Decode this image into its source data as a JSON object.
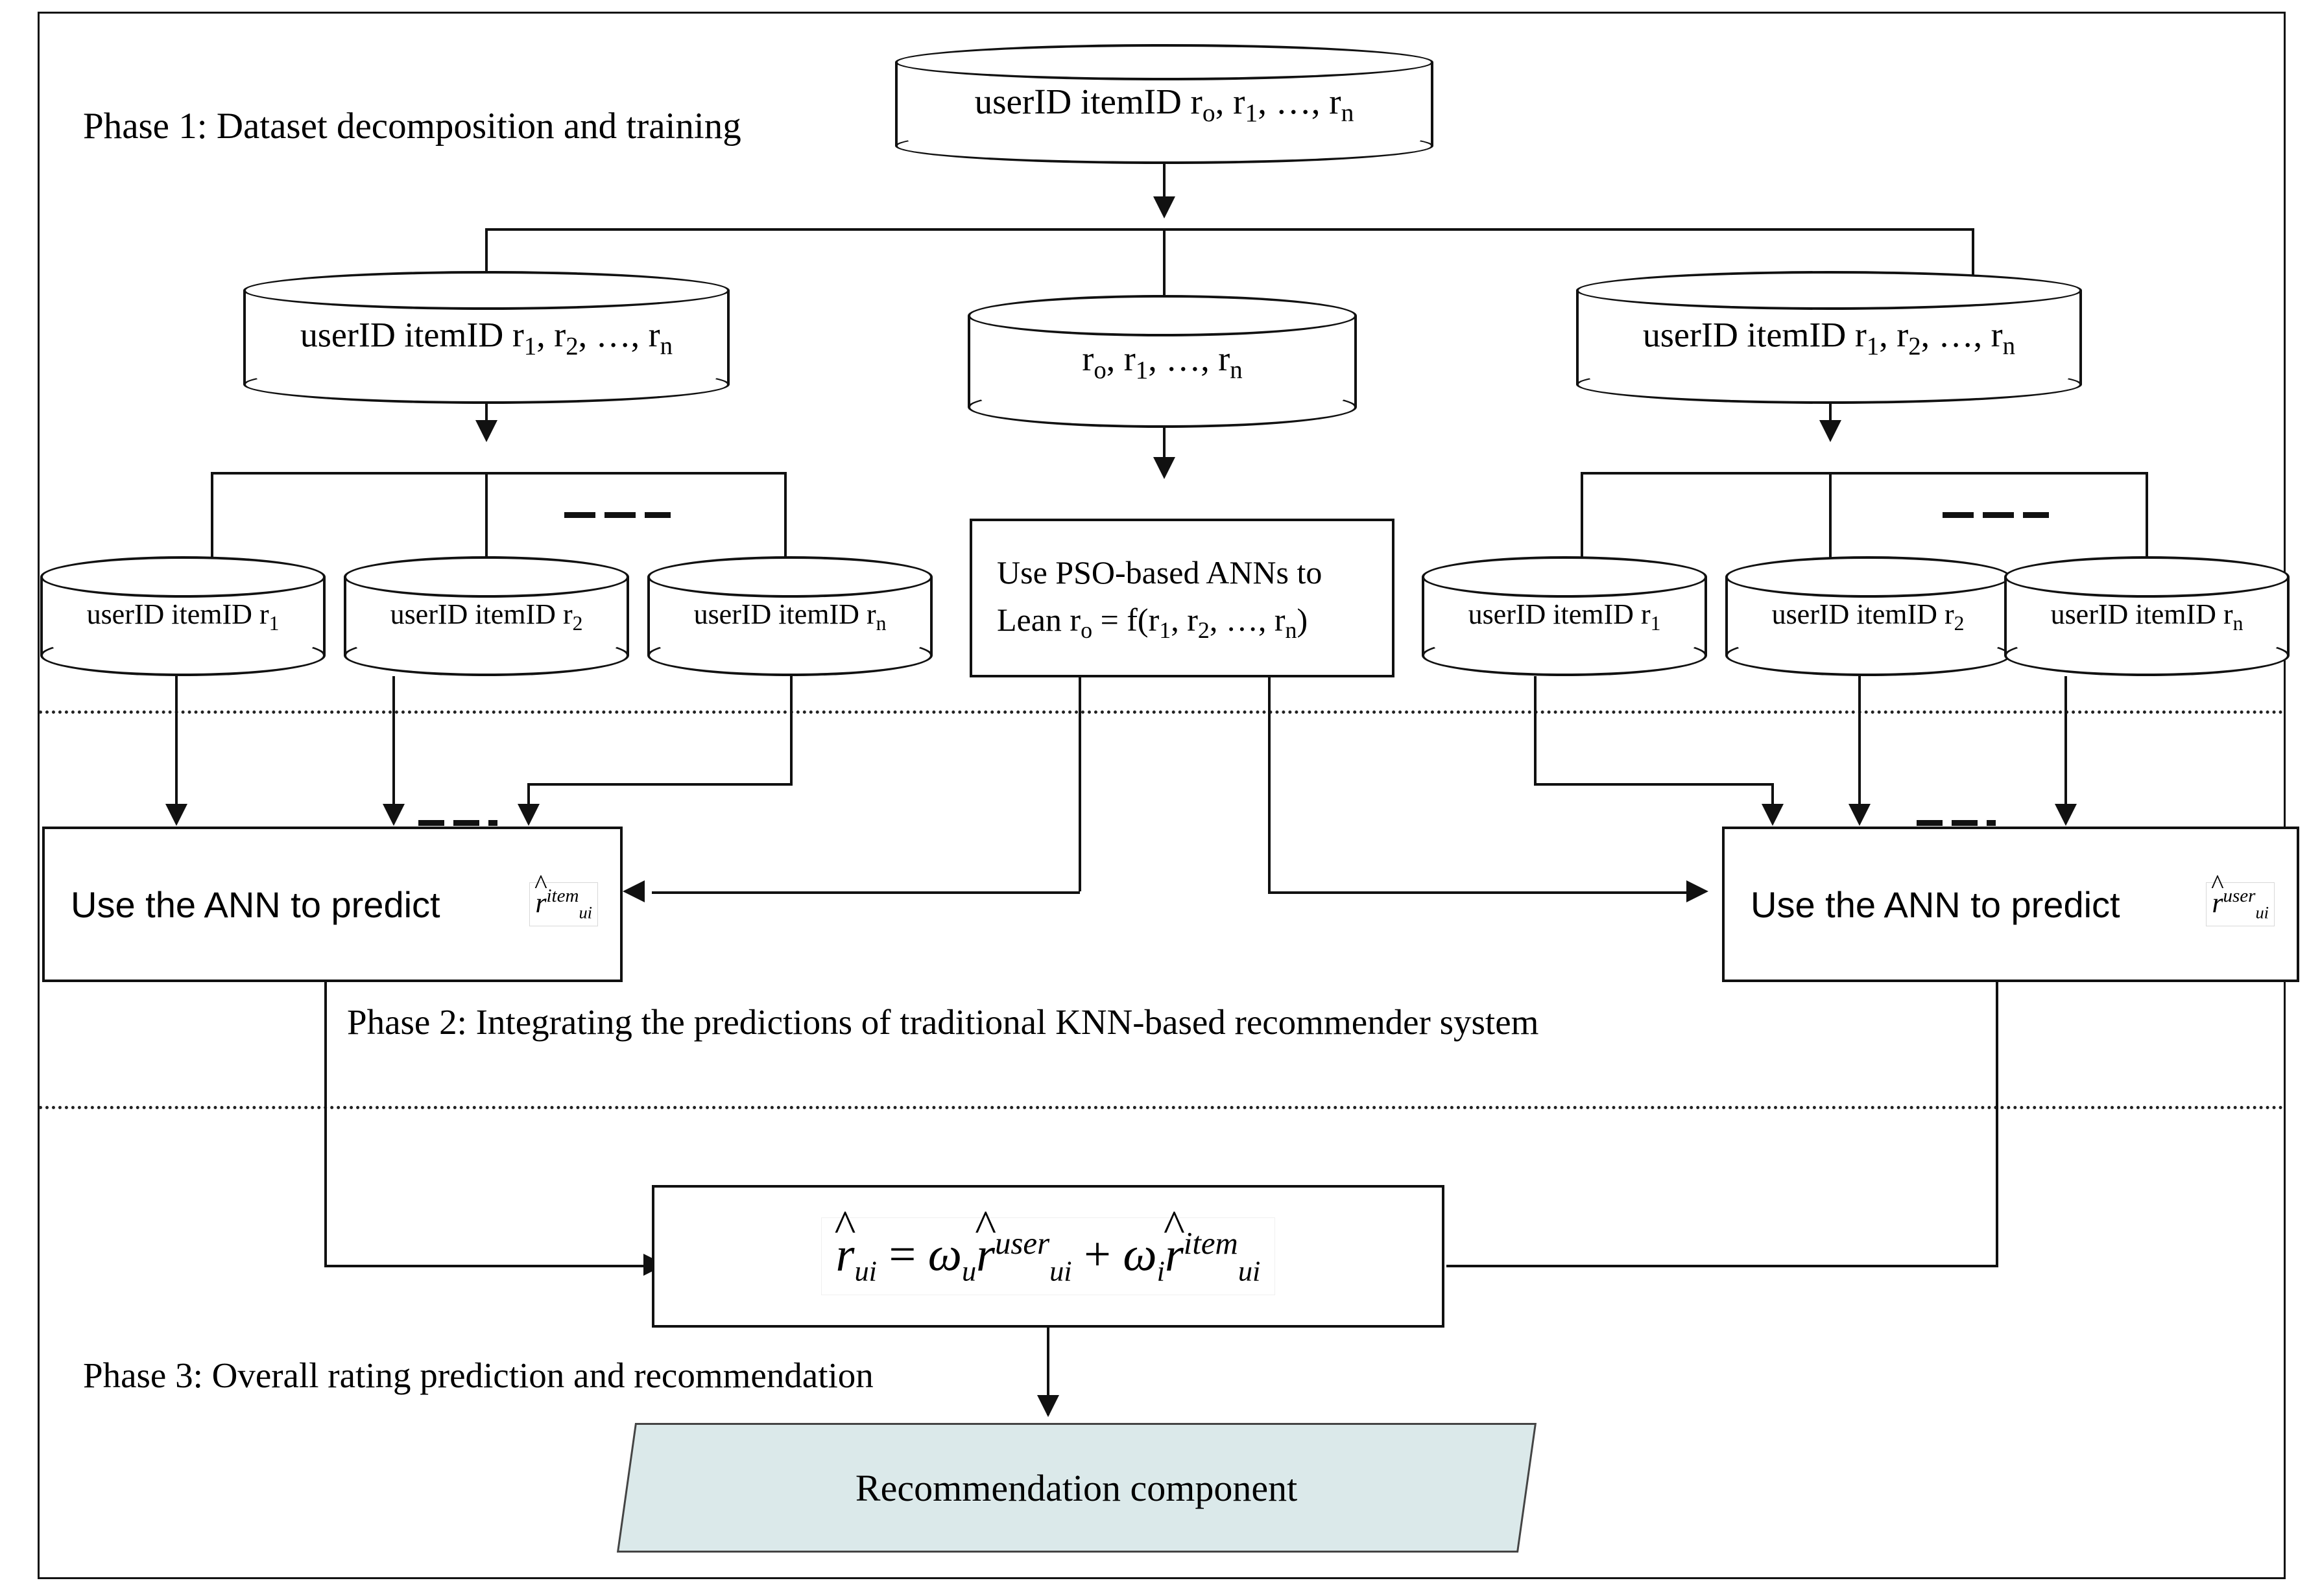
{
  "diagram": {
    "title": "Three-phase PSO-based ANN recommender system architecture",
    "phases": [
      {
        "id": "phase1",
        "label": "Phase 1: Dataset decomposition and training"
      },
      {
        "id": "phase2",
        "label": "Phase 2: Integrating the predictions of traditional KNN-based recommender system"
      },
      {
        "id": "phase3",
        "label": "Phase 3: Overall rating prediction and recommendation"
      }
    ],
    "nodes": {
      "root_dataset": {
        "type": "cylinder",
        "prefix": "userID itemID ",
        "terms": "r",
        "label": "userID itemID r o, r 1, …, r n"
      },
      "left_dataset": {
        "type": "cylinder",
        "label": "userID itemID r 1, r 2, …, r n"
      },
      "middle_dataset": {
        "type": "cylinder",
        "label": "r o, r 1, …, r n"
      },
      "right_dataset": {
        "type": "cylinder",
        "label": "userID itemID r 1, r 2, …, r n"
      },
      "left_shard_1": {
        "type": "cylinder",
        "label": "userID itemID r 1"
      },
      "left_shard_2": {
        "type": "cylinder",
        "label": "userID itemID r 2"
      },
      "left_shard_n": {
        "type": "cylinder",
        "label": "userID itemID r n"
      },
      "right_shard_1": {
        "type": "cylinder",
        "label": "userID itemID r 1"
      },
      "right_shard_2": {
        "type": "cylinder",
        "label": "userID itemID r 2"
      },
      "right_shard_n": {
        "type": "cylinder",
        "label": "userID itemID r n"
      },
      "pso_box": {
        "type": "process",
        "line1": "Use PSO-based ANNs to",
        "line2": "Lean r o = f(r 1, r 2, …, r n)"
      },
      "ann_item_box": {
        "type": "process",
        "text": "Use the ANN to predict",
        "formula": "r̂ ui item"
      },
      "ann_user_box": {
        "type": "process",
        "text": "Use the ANN to predict",
        "formula": "r̂ ui user"
      },
      "overall_formula_box": {
        "type": "process",
        "formula": "r̂ ui = ω u r̂ ui user + ω i r̂ ui item"
      },
      "recommendation_component": {
        "type": "parallelogram",
        "label": "Recommendation component"
      }
    },
    "text": {
      "userid_itemid": "userID itemID",
      "r": "r",
      "sub_o": "o",
      "sub_1": "1",
      "sub_2": "2",
      "sub_n": "n",
      "comma": ", ",
      "ellipsis": "…",
      "pso_line1": "Use PSO-based ANNs to",
      "pso_line2_prefix": "Lean r",
      "pso_line2_mid": " = f(r",
      "ann_predict": "Use the ANN to predict",
      "recommendation": "Recommendation component",
      "omega": "ω",
      "equals": "=",
      "plus": "+",
      "hat": "^",
      "sup_item": "item",
      "sup_user": "user",
      "sub_ui": "ui"
    },
    "colors": {
      "stroke": "#111111",
      "background": "#ffffff",
      "parallelogram_fill": "#dbe9ea",
      "parallelogram_stroke": "#444444",
      "separator": "#222222"
    }
  }
}
